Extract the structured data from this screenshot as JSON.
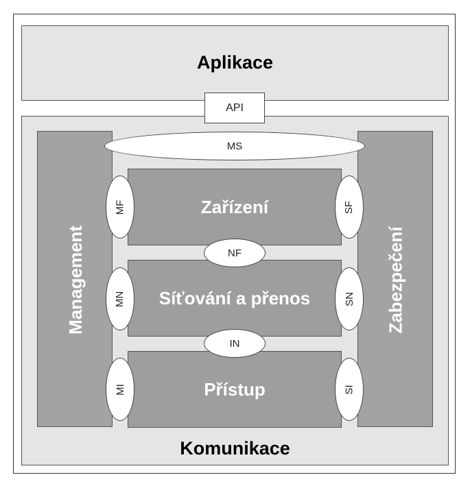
{
  "aplikace": "Aplikace",
  "komunikace": "Komunikace",
  "api": "API",
  "ms": "MS",
  "management": "Management",
  "zabezpeceni": "Zabezpečení",
  "layers": {
    "zarizeni": "Zařízení",
    "sitovani": "Síťování a přenos",
    "pristup": "Přístup"
  },
  "interfaces": {
    "mf": "MF",
    "sf": "SF",
    "nf": "NF",
    "mn": "MN",
    "sn": "SN",
    "in": "IN",
    "mi": "MI",
    "si": "SI"
  }
}
